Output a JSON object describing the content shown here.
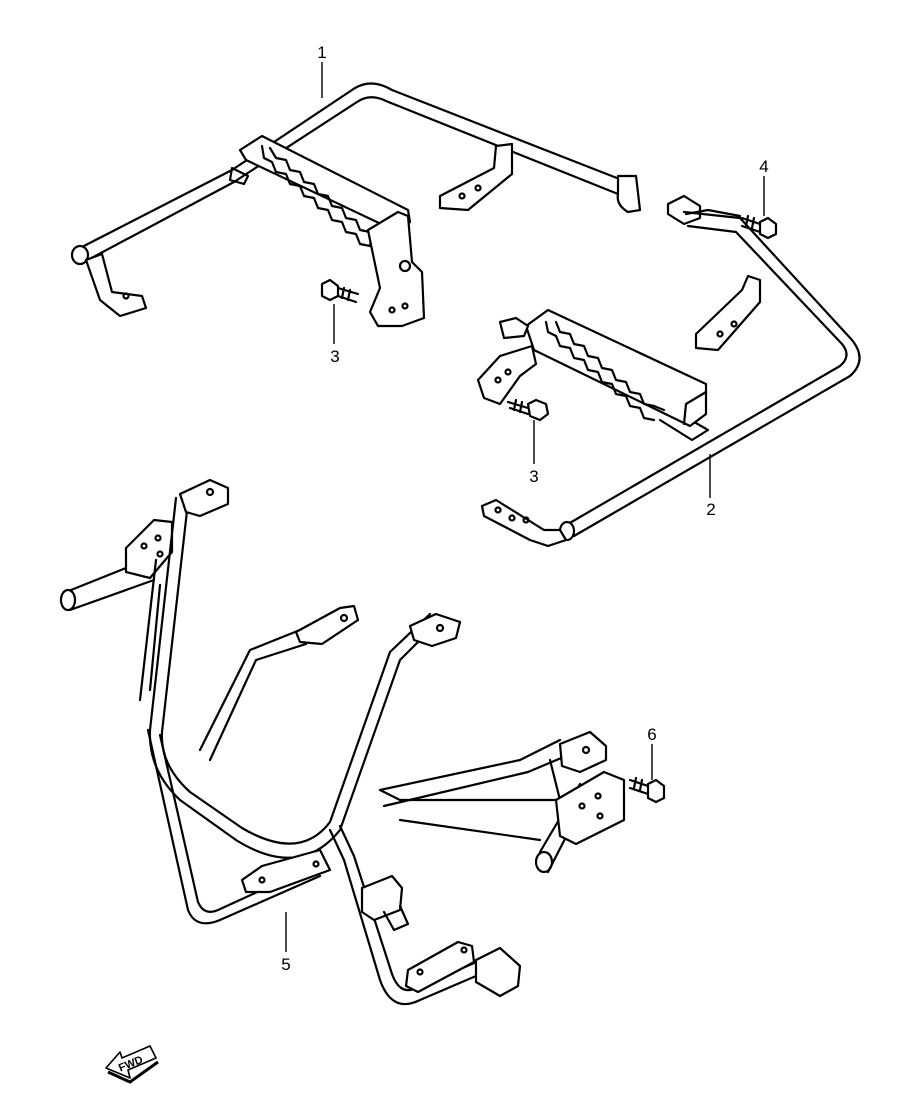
{
  "callouts": [
    {
      "id": "1",
      "label": "1"
    },
    {
      "id": "2",
      "label": "2"
    },
    {
      "id": "3a",
      "label": "3"
    },
    {
      "id": "3b",
      "label": "3"
    },
    {
      "id": "4",
      "label": "4"
    },
    {
      "id": "5",
      "label": "5"
    },
    {
      "id": "6",
      "label": "6"
    }
  ],
  "fwd_arrow": {
    "label": "FWD"
  }
}
